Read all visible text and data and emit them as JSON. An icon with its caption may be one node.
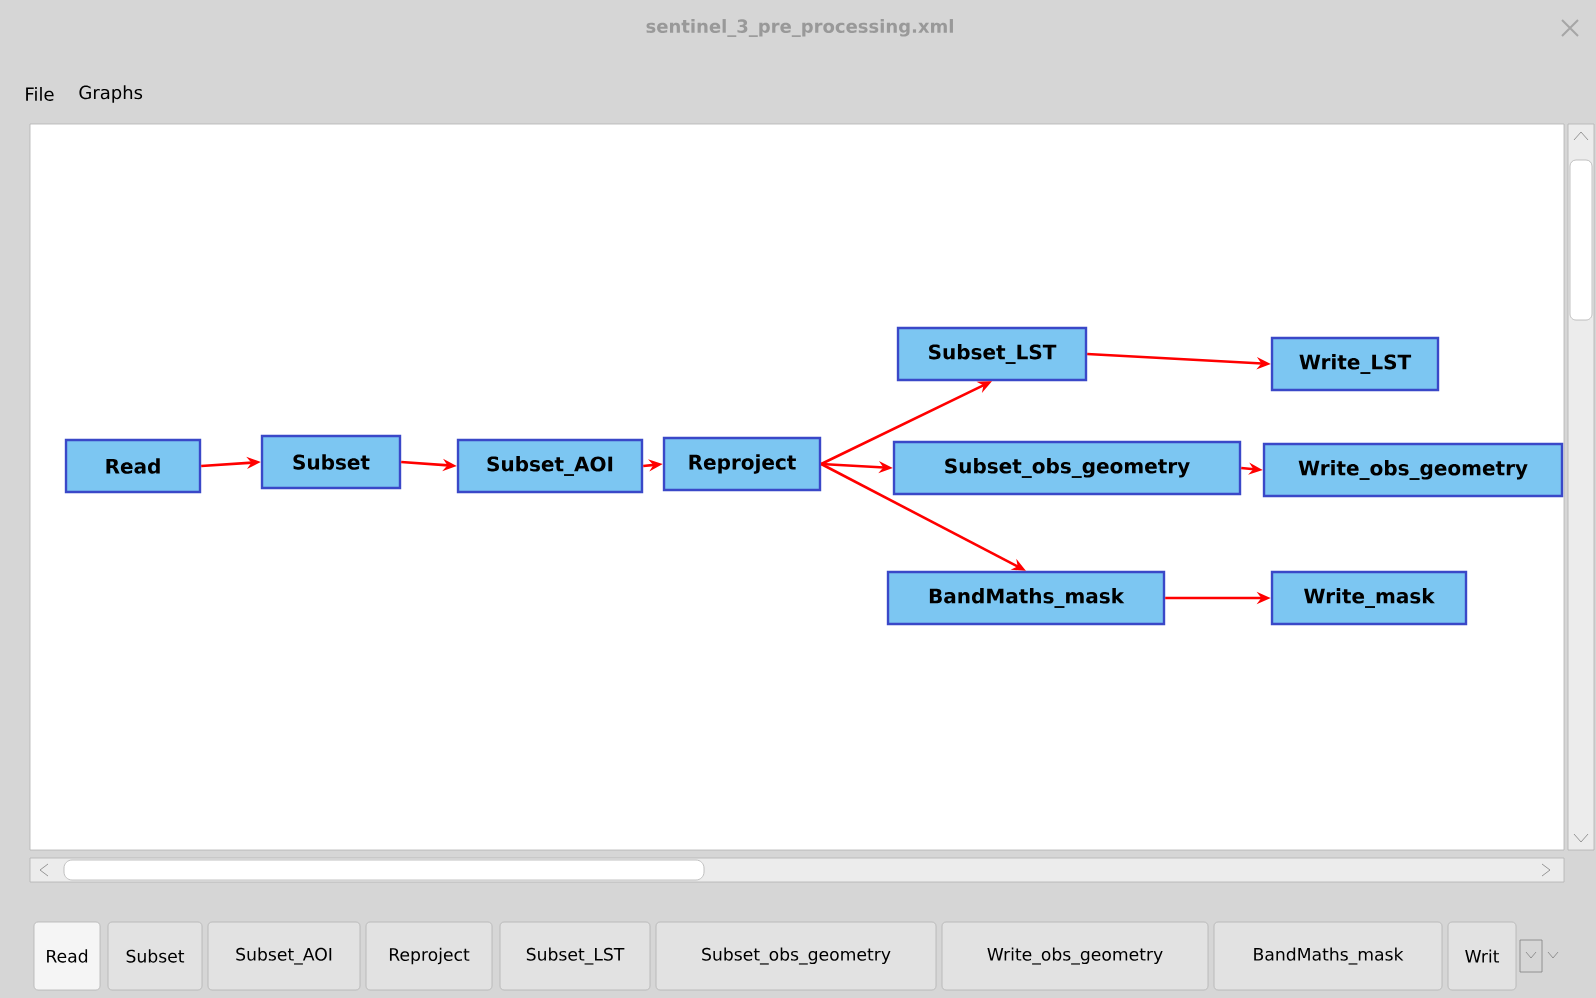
{
  "diagram": {
    "title": "sentinel_3_pre_processing.xml",
    "nodes": [
      {
        "text": [
          "Read"
        ]
      },
      {
        "text": [
          "Subset"
        ]
      },
      {
        "text": [
          "Subset_AOI"
        ]
      },
      {
        "text": [
          "Reproject"
        ]
      },
      {
        "text": [
          "Subset_LST"
        ]
      },
      {
        "text": [
          "Write_LST"
        ]
      },
      {
        "text": [
          "Subset_obs_geometry"
        ]
      },
      {
        "text": [
          "Write_obs_geometry"
        ]
      },
      {
        "text": [
          "BandMaths_mask"
        ]
      },
      {
        "text": [
          "Write_mask"
        ]
      }
    ],
    "edges": [
      {
        "from": 0,
        "to": 1,
        "arrow": "to"
      },
      {
        "from": 1,
        "to": 2,
        "arrow": "to"
      },
      {
        "from": 2,
        "to": 3,
        "arrow": "to"
      },
      {
        "from": 3,
        "to": 4,
        "arrow": "to"
      },
      {
        "from": 3,
        "to": 6,
        "arrow": "to"
      },
      {
        "from": 3,
        "to": 8,
        "arrow": "to"
      },
      {
        "from": 4,
        "to": 5,
        "arrow": "to"
      },
      {
        "from": 6,
        "to": 7,
        "arrow": "to"
      },
      {
        "from": 8,
        "to": 9,
        "arrow": "to"
      }
    ],
    "labels": [
      "File",
      "Graphs",
      "Read",
      "Subset",
      "Subset_AOI",
      "Reproject",
      "Subset_LST",
      "Subset_obs_geometry",
      "Write_obs_geometry",
      "BandMaths_mask",
      "Writ"
    ]
  }
}
